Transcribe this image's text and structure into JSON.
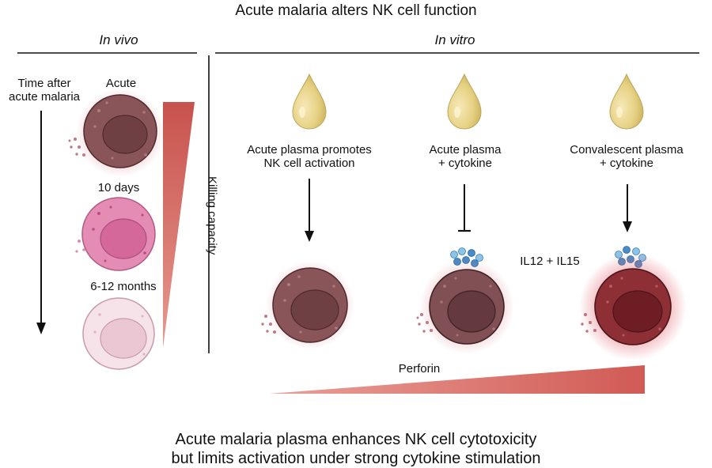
{
  "title": "Acute malaria alters NK cell function",
  "sections": {
    "in_vivo": "In vivo",
    "in_vitro": "In vitro"
  },
  "in_vivo": {
    "time_axis_label": [
      "Time after",
      "acute malaria"
    ],
    "stages": [
      "Acute",
      "10 days",
      "6-12 months"
    ],
    "gradient_label": "Killing capacity"
  },
  "in_vitro": {
    "conditions": [
      {
        "label": [
          "Acute plasma promotes",
          "NK cell activation"
        ],
        "arrow": "activation"
      },
      {
        "label": [
          "Acute plasma",
          "+ cytokine"
        ],
        "arrow": "inhibition"
      },
      {
        "label": [
          "Convalescent plasma",
          "+ cytokine"
        ],
        "arrow": "activation"
      }
    ],
    "cytokine_label": "IL12 + IL15",
    "gradient_label": "Perforin"
  },
  "footer": [
    "Acute malaria plasma enhances NK cell cytotoxicity",
    "but limits activation under strong cytokine stimulation"
  ],
  "colors": {
    "plasma_drop": "#e8d58a",
    "acute_cell": "#8a5558",
    "day10_cell": "#e58cb4",
    "late_cell": "#f3dde4",
    "convalescent_cell": "#8e2f36",
    "gradient": "#d9605c",
    "cytokine": "#5c9ccf"
  }
}
